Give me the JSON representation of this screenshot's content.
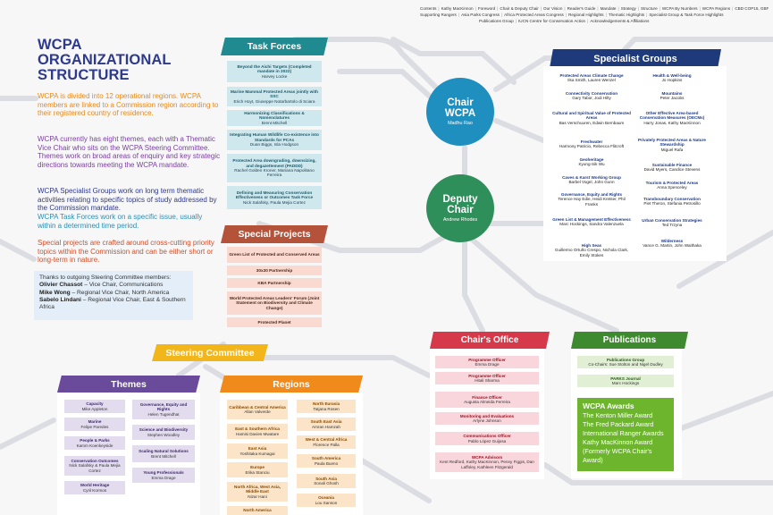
{
  "nav": {
    "line1": [
      "Contents",
      "Kathy MacKinnon",
      "Foreword",
      "Chair & Deputy Chair",
      "Our Vision",
      "Reader's Guide",
      "Mandate",
      "Strategy",
      "Structure",
      "WCPA By Numbers",
      "WCPA Regions",
      "CBD COP15, GBF & 30x30"
    ],
    "line2": [
      "Supporting Rangers",
      "Asia Parks Congress",
      "Africa Protected Areas Congress",
      "Regional Highlights",
      "Thematic Highlights",
      "Specialist Group & Task Force Highlights"
    ],
    "line3": [
      "Publications Group",
      "IUCN Centre for Conservation Action",
      "Acknowledgements & Affiliations"
    ]
  },
  "intro": {
    "title": "WCPA ORGANIZATIONAL STRUCTURE",
    "p1": "WCPA is divided into 12 operational regions. WCPA members are linked to a Commission region according to their registered country of residence.",
    "p2": "WCPA currently has eight themes, each with a Thematic Vice Chair who sits on the WCPA Steering Committee. Themes work on broad areas of enquiry and key strategic directions towards meeting the WCPA mandate.",
    "p3": "WCPA Specialist Groups work on long term thematic activities relating to specific topics of study addressed by the Commission mandate.",
    "p4": "WCPA Task Forces work on a specific issue, usually within a determined time period.",
    "p5": "Special projects are crafted around cross-cutting priority topics within the Commission and can be either short or long-term in nature.",
    "colors": {
      "p1": "#e88a1a",
      "p2": "#7a3fa0",
      "p3": "#2e3a8c",
      "p4": "#2a8fb5",
      "p5": "#d0502a"
    }
  },
  "steering_members": {
    "intro": "Thanks to outgoing Steering Committee members:",
    "m1_name": "Olivier Chassot",
    "m1_role": " – Vice Chair, Communications",
    "m2_name": "Mike Wong",
    "m2_role": " – Regional Vice Chair, North America",
    "m3_name": "Sabelo Lindani",
    "m3_role": " – Regional Vice Chair, East & Southern Africa"
  },
  "task_forces": {
    "header": "Task Forces",
    "color": "#1f8a8f",
    "items": [
      {
        "name": "Beyond the Aichi Targets (Completed mandate in 2022)",
        "people": "Harvey Locke"
      },
      {
        "name": "Marine Mammal Protected Areas jointly with SSC",
        "people": "Erich Hoyt, Giuseppe Notarbartolo di Sciara"
      },
      {
        "name": "Harmonizing Classifications & Nomenclatures",
        "people": "Brent Mitchell"
      },
      {
        "name": "Integrating Human Wildlife Co-existence into Standards for PCAs",
        "people": "Duan Biggs, Isla Hodgson"
      },
      {
        "name": "Protected Area downgrading, downsizing, and degazettement (PADDD)",
        "people": "Rachel Golden Kroner, Mariana Napolitano Ferreira"
      },
      {
        "name": "Defining and Measuring Conservation Effectiveness or Outcomes Task Force",
        "people": "Nick Salafsky, Paula Mejia Cortez"
      }
    ]
  },
  "special_projects": {
    "header": "Special Projects",
    "color": "#b5523a",
    "items": [
      "Green List of Protected and Conserved Areas",
      "30x30 Partnership",
      "KBA Partnership",
      "World Protected Areas Leaders' Forum (Joint Statement on Biodiversity and Climate Change)",
      "Protected Planet"
    ]
  },
  "chair": {
    "title1": "Chair",
    "title2": "WCPA",
    "name": "Madhu Rao",
    "color": "#1e8fbf"
  },
  "deputy": {
    "title1": "Deputy",
    "title2": "Chair",
    "name": "Andrew Rhodes",
    "color": "#2e8f5a"
  },
  "specialist_groups": {
    "header": "Specialist Groups",
    "color": "#1f3a7a",
    "left": [
      {
        "name": "Protected Areas Climate Change",
        "people": "Ilsa Smith, Lauren Wenzel"
      },
      {
        "name": "Connectivity Conservation",
        "people": "Gary Tabor, Jodi Hilty"
      },
      {
        "name": "Cultural and Spiritual Value of Protected Areas",
        "people": "Bas Verschuuren, Edwin Bernbaum"
      },
      {
        "name": "Freshwater",
        "people": "Harmony Patricio, Rebecca Flitcroft"
      },
      {
        "name": "Geoheritage",
        "people": "Kyung-Sik Wu"
      },
      {
        "name": "Caves & Karst Working Group",
        "people": "Barbel Vogel, John Gunn"
      },
      {
        "name": "Governance, Equity and Rights",
        "people": "Terence Hay Edie, Heidi Kretser, Phil Franks"
      },
      {
        "name": "Green List & Management Effectiveness",
        "people": "Marc Hockings, Sandra Valenzuela"
      },
      {
        "name": "High Seas",
        "people": "Guillermo Ortuño Crespo, Nichola Clark, Emily Stokes"
      }
    ],
    "right": [
      {
        "name": "Health & Well-being",
        "people": "Jo Hopkins"
      },
      {
        "name": "Mountains",
        "people": "Peter Jacobs"
      },
      {
        "name": "Other Effective Area-based Conservation Measures (OECMs)",
        "people": "Harry Jonas, Kathy MacKinnon"
      },
      {
        "name": "Privately Protected Areas & Nature Stewardship",
        "people": "Miguel Rafa"
      },
      {
        "name": "Sustainable Finance",
        "people": "David Myers, Candice Stevens"
      },
      {
        "name": "Tourism & Protected Areas",
        "people": "Anna Spenceley"
      },
      {
        "name": "Transboundary Conservation",
        "people": "Piet Theron, Stefania Petrosillo"
      },
      {
        "name": "Urban Conservation Strategies",
        "people": "Ted Trzyna"
      },
      {
        "name": "Wilderness",
        "people": "Vance G. Martin, John Waithaka"
      }
    ]
  },
  "steering_committee": {
    "header": "Steering Committee",
    "color": "#f2b51a"
  },
  "themes": {
    "header": "Themes",
    "color": "#6a4a9a",
    "left": [
      {
        "name": "Capacity",
        "people": "Mike Appleton"
      },
      {
        "name": "Marine",
        "people": "Felipe Paredes"
      },
      {
        "name": "People & Parks",
        "people": "Kamm Koenkeyside"
      },
      {
        "name": "Conservation Outcomes",
        "people": "Nick Salafsky & Paula Mejia Cortez"
      },
      {
        "name": "World Heritage",
        "people": "Cyril Kormos"
      }
    ],
    "right": [
      {
        "name": "Governance, Equity and Rights",
        "people": "Helen Tugendhat"
      },
      {
        "name": "Science and Biodiversity",
        "people": "Stephen Woodley"
      },
      {
        "name": "Scaling Natural Solutions",
        "people": "Brent Mitchell"
      },
      {
        "name": "Young Professionals",
        "people": "Emma Drage"
      }
    ]
  },
  "regions": {
    "header": "Regions",
    "color": "#f08a1a",
    "left": [
      {
        "name": "Caribbean & Central America",
        "people": "Allan Valverde"
      },
      {
        "name": "East & Southern Africa",
        "people": "Hamisi Davies Mwatare"
      },
      {
        "name": "East Asia",
        "people": "Yoshitaka Kumagai"
      },
      {
        "name": "Europe",
        "people": "Erika Stanciu"
      },
      {
        "name": "North Africa, West Asia, Middle East",
        "people": "Nizar Hani"
      },
      {
        "name": "North America",
        "people": ""
      }
    ],
    "right": [
      {
        "name": "North Eurasia",
        "people": "Tatjana Rosen"
      },
      {
        "name": "South East Asia",
        "people": "Amran Hamzah"
      },
      {
        "name": "West & Central Africa",
        "people": "Florence Palla"
      },
      {
        "name": "South America",
        "people": "Paula Bueno"
      },
      {
        "name": "South Asia",
        "people": "Sonali Ghosh"
      },
      {
        "name": "Oceania",
        "people": "Lou Sanson"
      }
    ]
  },
  "chairs_office": {
    "header": "Chair's Office",
    "color": "#d63a4a",
    "items": [
      {
        "name": "Programme Officer",
        "people": "Emma Drage"
      },
      {
        "name": "Programme Officer",
        "people": "Hitali Sharma"
      },
      {
        "name": "Finance Officer",
        "people": "Augusta Almeida Ferreira"
      },
      {
        "name": "Monitoring and Evaluations",
        "people": "Arlyne Johnson"
      },
      {
        "name": "Communications Officer",
        "people": "Pablo López Guijosa"
      },
      {
        "name": "WCPA Advisors",
        "people": "Kent Redford, Kathy MacKinnon, Penny Figgis, Dan Laffoley, Kathleen Fitzgerald"
      }
    ]
  },
  "publications": {
    "header": "Publications",
    "color": "#3e8a2e",
    "items": [
      {
        "name": "Publications Group",
        "people": "Co-Chairs: Sue Stolton and Nigel Dudley"
      },
      {
        "name": "PARKS Journal",
        "people": "Marc Hockings"
      }
    ]
  },
  "awards": {
    "title": "WCPA Awards",
    "items": [
      "The Kenton Miller Award",
      "The Fred Packard Award",
      "International Ranger Awards",
      "Kathy MacKinnon Award",
      "(Formerly WCPA Chair's Award)"
    ]
  }
}
